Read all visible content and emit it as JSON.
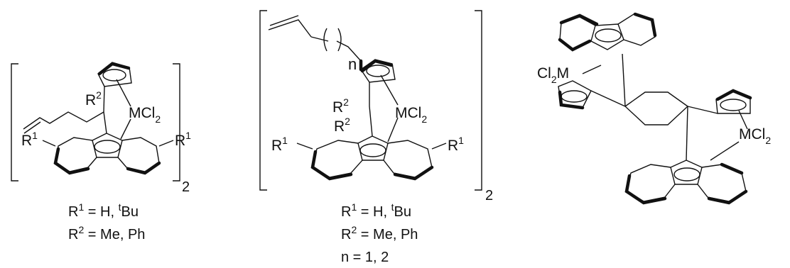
{
  "structures": [
    {
      "id": "A",
      "metal_group": "MCl",
      "metal_sub": "2",
      "r1": "R",
      "r1_sup": "1",
      "r2": "R",
      "r2_sup": "2",
      "bracket_sub": "2",
      "captions": [
        {
          "base": "R",
          "sup": "1",
          "text": " = H, ",
          "sup2": "t",
          "tail": "Bu"
        },
        {
          "base": "R",
          "sup": "2",
          "text": " = Me, Ph",
          "sup2": "",
          "tail": ""
        }
      ]
    },
    {
      "id": "B",
      "metal_group": "MCl",
      "metal_sub": "2",
      "r1": "R",
      "r1_sup": "1",
      "r2": "R",
      "r2_sup": "2",
      "chain_label": "n",
      "bracket_sub": "2",
      "captions": [
        {
          "base": "R",
          "sup": "1",
          "text": " = H, ",
          "sup2": "t",
          "tail": "Bu"
        },
        {
          "base": "R",
          "sup": "2",
          "text": " = Me, Ph",
          "sup2": "",
          "tail": ""
        },
        {
          "base": "n = 1, 2",
          "sup": "",
          "text": "",
          "sup2": "",
          "tail": ""
        }
      ]
    },
    {
      "id": "C",
      "metal_left_pre": "Cl",
      "metal_left_sub": "2",
      "metal_left_post": "M",
      "metal_right": "MCl",
      "metal_right_sub": "2"
    }
  ]
}
